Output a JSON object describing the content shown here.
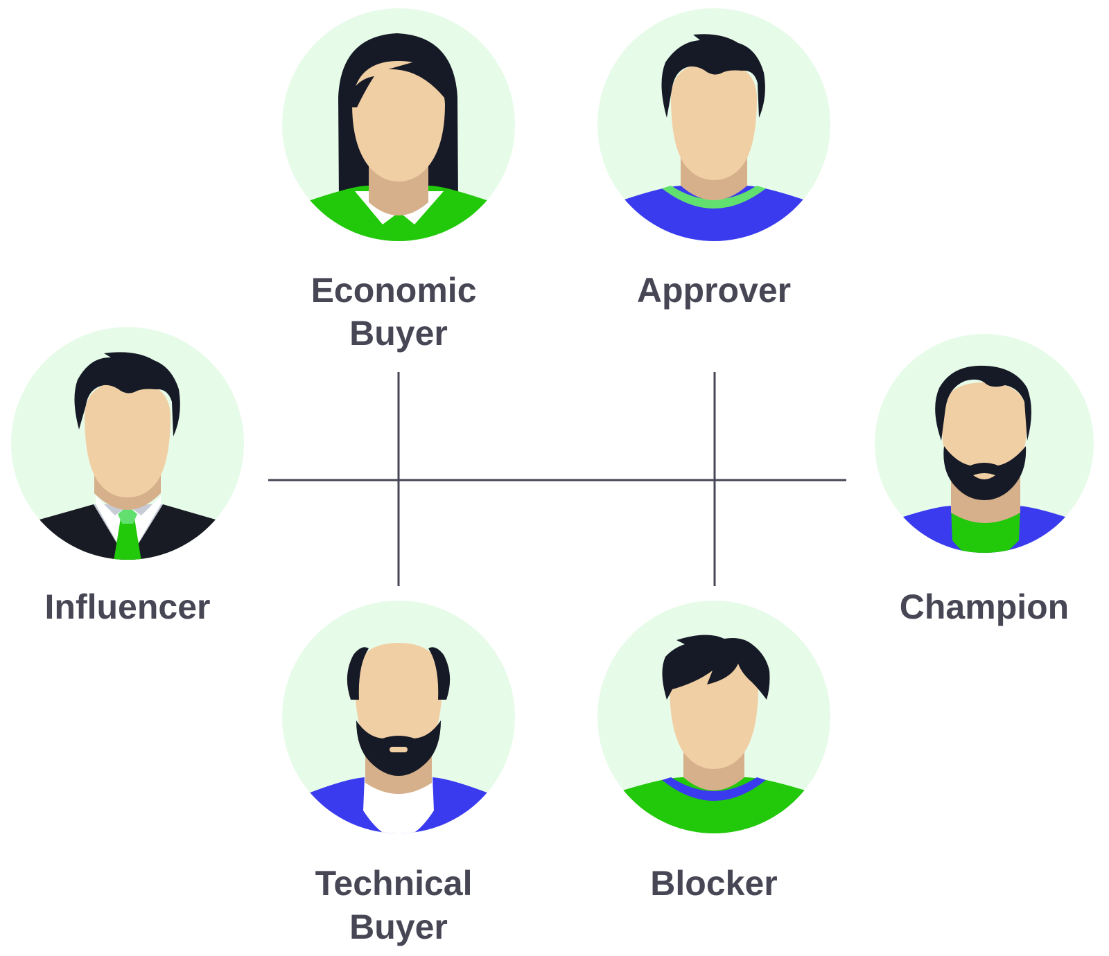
{
  "palette": {
    "background": "#ffffff",
    "avatar_circle": "#e7fbe9",
    "text": "#464655",
    "connector": "#464655",
    "skin": "#f1cfa4",
    "skin_shadow": "#d6b08b",
    "hair": "#161a26",
    "green": "#22c80a",
    "light_green": "#62e06f",
    "blue": "#3a3bef",
    "suit": "#181b23",
    "shirt_grey": "#c7cbd6",
    "white": "#ffffff"
  },
  "roles": [
    {
      "id": "economic-buyer",
      "label_lines": [
        "Economic",
        "Buyer"
      ],
      "hair": "long",
      "shirt": "green-collar"
    },
    {
      "id": "approver",
      "label_lines": [
        "Approver"
      ],
      "hair": "short",
      "shirt": "blue-green-neck"
    },
    {
      "id": "influencer",
      "label_lines": [
        "Influencer"
      ],
      "hair": "short",
      "shirt": "suit-tie"
    },
    {
      "id": "champion",
      "label_lines": [
        "Champion"
      ],
      "hair": "crop",
      "beard": true,
      "shirt": "blue-green-v"
    },
    {
      "id": "technical-buyer",
      "label_lines": [
        "Technical",
        "Buyer"
      ],
      "hair": "bald",
      "beard": true,
      "shirt": "blue-white"
    },
    {
      "id": "blocker",
      "label_lines": [
        "Blocker"
      ],
      "hair": "messy",
      "shirt": "green-blue-neck"
    }
  ]
}
